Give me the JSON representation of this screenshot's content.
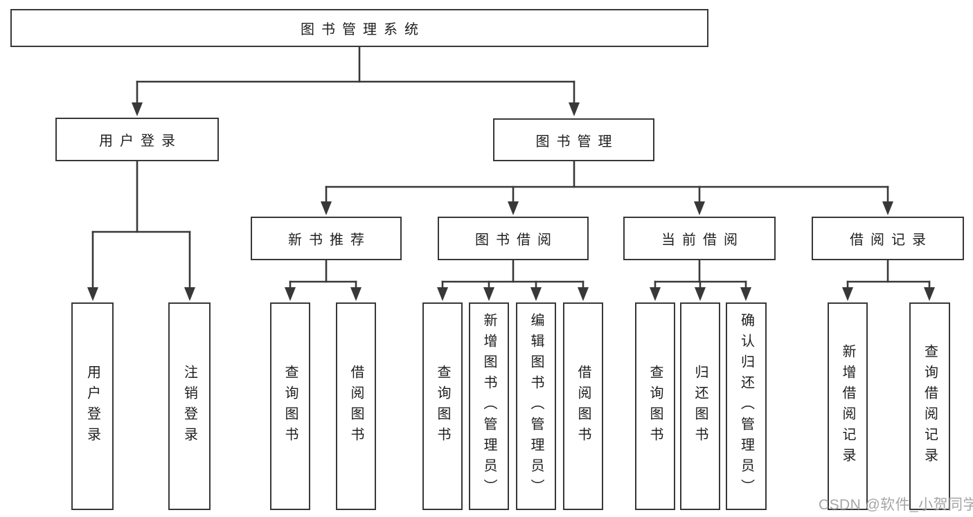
{
  "root": {
    "label": "图书管理系统"
  },
  "level2": {
    "user_login": {
      "label": "用户登录"
    },
    "book_management": {
      "label": "图书管理"
    }
  },
  "level3": {
    "new_book_recommend": {
      "label": "新书推荐"
    },
    "book_borrow": {
      "label": "图书借阅"
    },
    "current_borrow": {
      "label": "当前借阅"
    },
    "borrow_record": {
      "label": "借阅记录"
    }
  },
  "leaves": {
    "user_login_children": [
      "用户登录",
      "注销登录"
    ],
    "new_book_recommend_children": [
      "查询图书",
      "借阅图书"
    ],
    "book_borrow_children": [
      "查询图书",
      "新增图书（管理员）",
      "编辑图书（管理员）",
      "借阅图书"
    ],
    "current_borrow_children": [
      "查询图书",
      "归还图书",
      "确认归还（管理员）"
    ],
    "borrow_record_children": [
      "新增借阅记录",
      "查询借阅记录"
    ]
  },
  "watermark": {
    "text": "CSDN @软件_小贺同学",
    "color": "#a6a6a6"
  },
  "colors": {
    "line": "#383838",
    "box_border": "#383838",
    "text": "#1e1e1e",
    "background": "#ffffff"
  }
}
